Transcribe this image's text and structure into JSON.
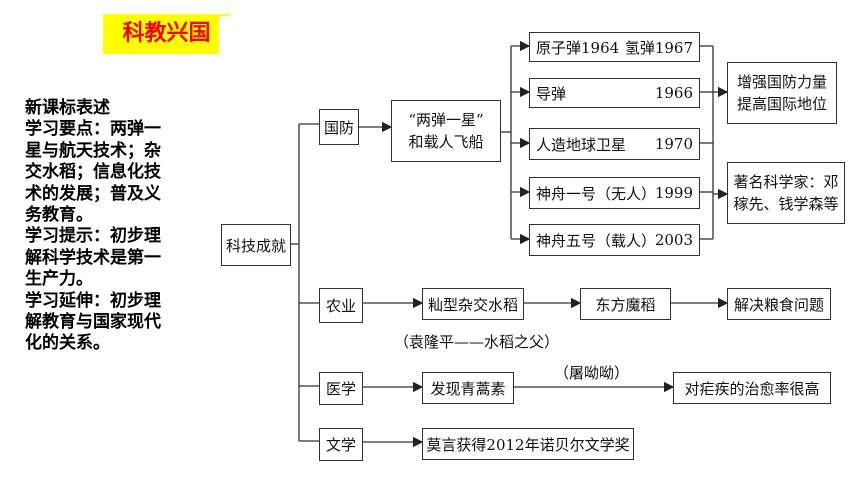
{
  "title": "科教兴国",
  "sidebar": {
    "lines": [
      "新课标表述",
      "学习要点：两弹一",
      "星与航天技术；杂",
      "交水稻；信息化技",
      "术的发展；普及义",
      "务教育。",
      "学习提示：初步理",
      "解科学技术是第一",
      "生产力。",
      "学习延伸：初步理",
      "解教育与国家现代",
      "化的关系。"
    ]
  },
  "diagram": {
    "root": "科技成就",
    "branches": [
      "国防",
      "农业",
      "医学",
      "文学"
    ],
    "defense": {
      "hub_line1": "“两弹一星”",
      "hub_line2": "和载人飞船",
      "items": [
        {
          "label": "原子弹1964",
          "label2": "氢弹1967"
        },
        {
          "label": "导弹",
          "year": "1966"
        },
        {
          "label": "人造地球卫星",
          "year": "1970"
        },
        {
          "label": "神舟一号（无人）",
          "year": "1999"
        },
        {
          "label": "神舟五号（载人）",
          "year": "2003"
        }
      ],
      "result1_line1": "增强国防力量",
      "result1_line2": "提高国际地位",
      "result2_line1": "著名科学家：邓",
      "result2_line2": "稼先、钱学森等"
    },
    "agriculture": {
      "item1": "籼型杂交水稻",
      "item2": "东方魔稻",
      "item3": "解决粮食问题",
      "note": "（袁隆平——水稻之父）"
    },
    "medicine": {
      "item1": "发现青蒿素",
      "item2": "对疟疾的治愈率很高",
      "note": "（屠呦呦）"
    },
    "literature": {
      "item1": "莫言获得2012年诺贝尔文学奖"
    }
  }
}
